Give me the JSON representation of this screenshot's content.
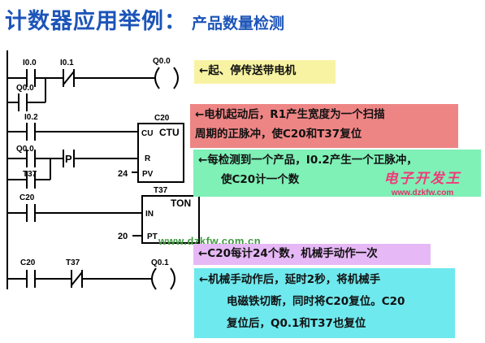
{
  "title": {
    "main": "计数器应用举例：",
    "sub": "产品数量检测"
  },
  "ladder": {
    "contacts": {
      "i00": "I0.0",
      "i01": "I0.1",
      "q00_seal": "Q0.0",
      "i02": "I0.2",
      "q00_r": "Q0.0",
      "t37_r": "T37",
      "c20_in": "C20",
      "c20_out": "C20",
      "t37_out": "T37"
    },
    "coils": {
      "q00": "Q0.0",
      "q01": "Q0.1"
    },
    "counter": {
      "name": "C20",
      "type": "CTU",
      "cu": "CU",
      "r": "R",
      "pv": "PV",
      "pv_value": "24"
    },
    "timer": {
      "name": "T37",
      "type": "TON",
      "in": "IN",
      "pt": "PT",
      "pt_value": "20"
    },
    "p_symbol": "P"
  },
  "notes": {
    "yellow": [
      "←起、停传送带电机"
    ],
    "red": [
      "←电机起动后，R1产生宽度为一个扫描",
      "周期的正脉冲，使C20和T37复位"
    ],
    "green": [
      "←每检测到一个产品，I0.2产生一个正脉冲，",
      "使C20计一个数"
    ],
    "purple": [
      "←C20每计24个数，机械手动作一次"
    ],
    "cyan": [
      "←机械手动作后，延时2秒，将机械手",
      "电磁铁切断，同时将C20复位。C20",
      "复位后，Q0.1和T37也复位"
    ]
  },
  "logo": {
    "text": "电子开发王",
    "url": "www.dzkfw.com"
  },
  "watermark": "www.dzkfw.com.cn",
  "colors": {
    "title": "#1c54b8",
    "yellow": "#f7f3a2",
    "red": "#ee8585",
    "green": "#7ff0b6",
    "purple": "#e6b8f5",
    "cyan": "#6ee9ee",
    "logo": "#f03a7a"
  }
}
